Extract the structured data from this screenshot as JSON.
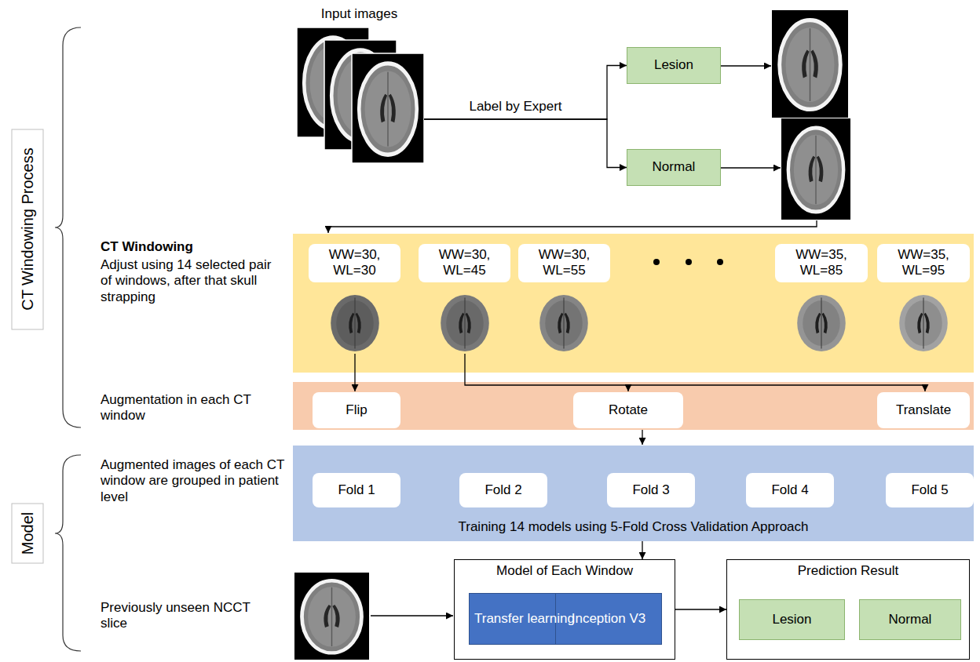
{
  "diagram": {
    "nodes": [
      {
        "text": [
          "Input images"
        ]
      },
      {
        "text": [
          "Lesion"
        ]
      },
      {
        "text": [
          "Normal"
        ]
      },
      {
        "text": [
          "WW=30, WL=30"
        ]
      },
      {
        "text": [
          "WW=30, WL=45"
        ]
      },
      {
        "text": [
          "WW=30, WL=55"
        ]
      },
      {
        "text": [
          "WW=35, WL=85"
        ]
      },
      {
        "text": [
          "WW=35, WL=95"
        ]
      },
      {
        "text": [
          "Flip"
        ]
      },
      {
        "text": [
          "Rotate"
        ]
      },
      {
        "text": [
          "Translate"
        ]
      },
      {
        "text": [
          "Training 14 models using 5-Fold Cross Validation Approach"
        ]
      },
      {
        "text": [
          "Fold 1"
        ],
        "in": 11
      },
      {
        "text": [
          "Fold 2"
        ],
        "in": 11
      },
      {
        "text": [
          "Fold 3"
        ],
        "in": 11
      },
      {
        "text": [
          "Fold 4"
        ],
        "in": 11
      },
      {
        "text": [
          "Fold 5"
        ],
        "in": 11
      },
      {
        "text": [
          "Model of Each Window"
        ]
      },
      {
        "text": [
          "Transfer learning"
        ],
        "in": 17
      },
      {
        "text": [
          "Inception V3"
        ],
        "in": 17
      },
      {
        "text": [
          "Prediction Result"
        ]
      },
      {
        "text": [
          "Lesion"
        ],
        "in": 20
      },
      {
        "text": [
          "Normal"
        ],
        "in": 20
      }
    ],
    "edges": [
      {
        "from": 0,
        "to": 1,
        "arrow": "to",
        "label": "Label by Expert"
      },
      {
        "from": 0,
        "to": 2,
        "arrow": "to"
      },
      {
        "from": 11,
        "to": 17,
        "arrow": "to"
      },
      {
        "from": 18,
        "to": 19,
        "arrow": "to"
      },
      {
        "from": 17,
        "to": 20,
        "arrow": "to"
      }
    ],
    "labels": [
      "CT Windowing Process",
      "CT Windowing",
      "Adjust using 14 selected pair of windows, after that skull strapping",
      "Augmentation in each CT window",
      "Model",
      "Augmented images of each CT window are grouped in patient level",
      "Previously unseen NCCT slice"
    ]
  }
}
